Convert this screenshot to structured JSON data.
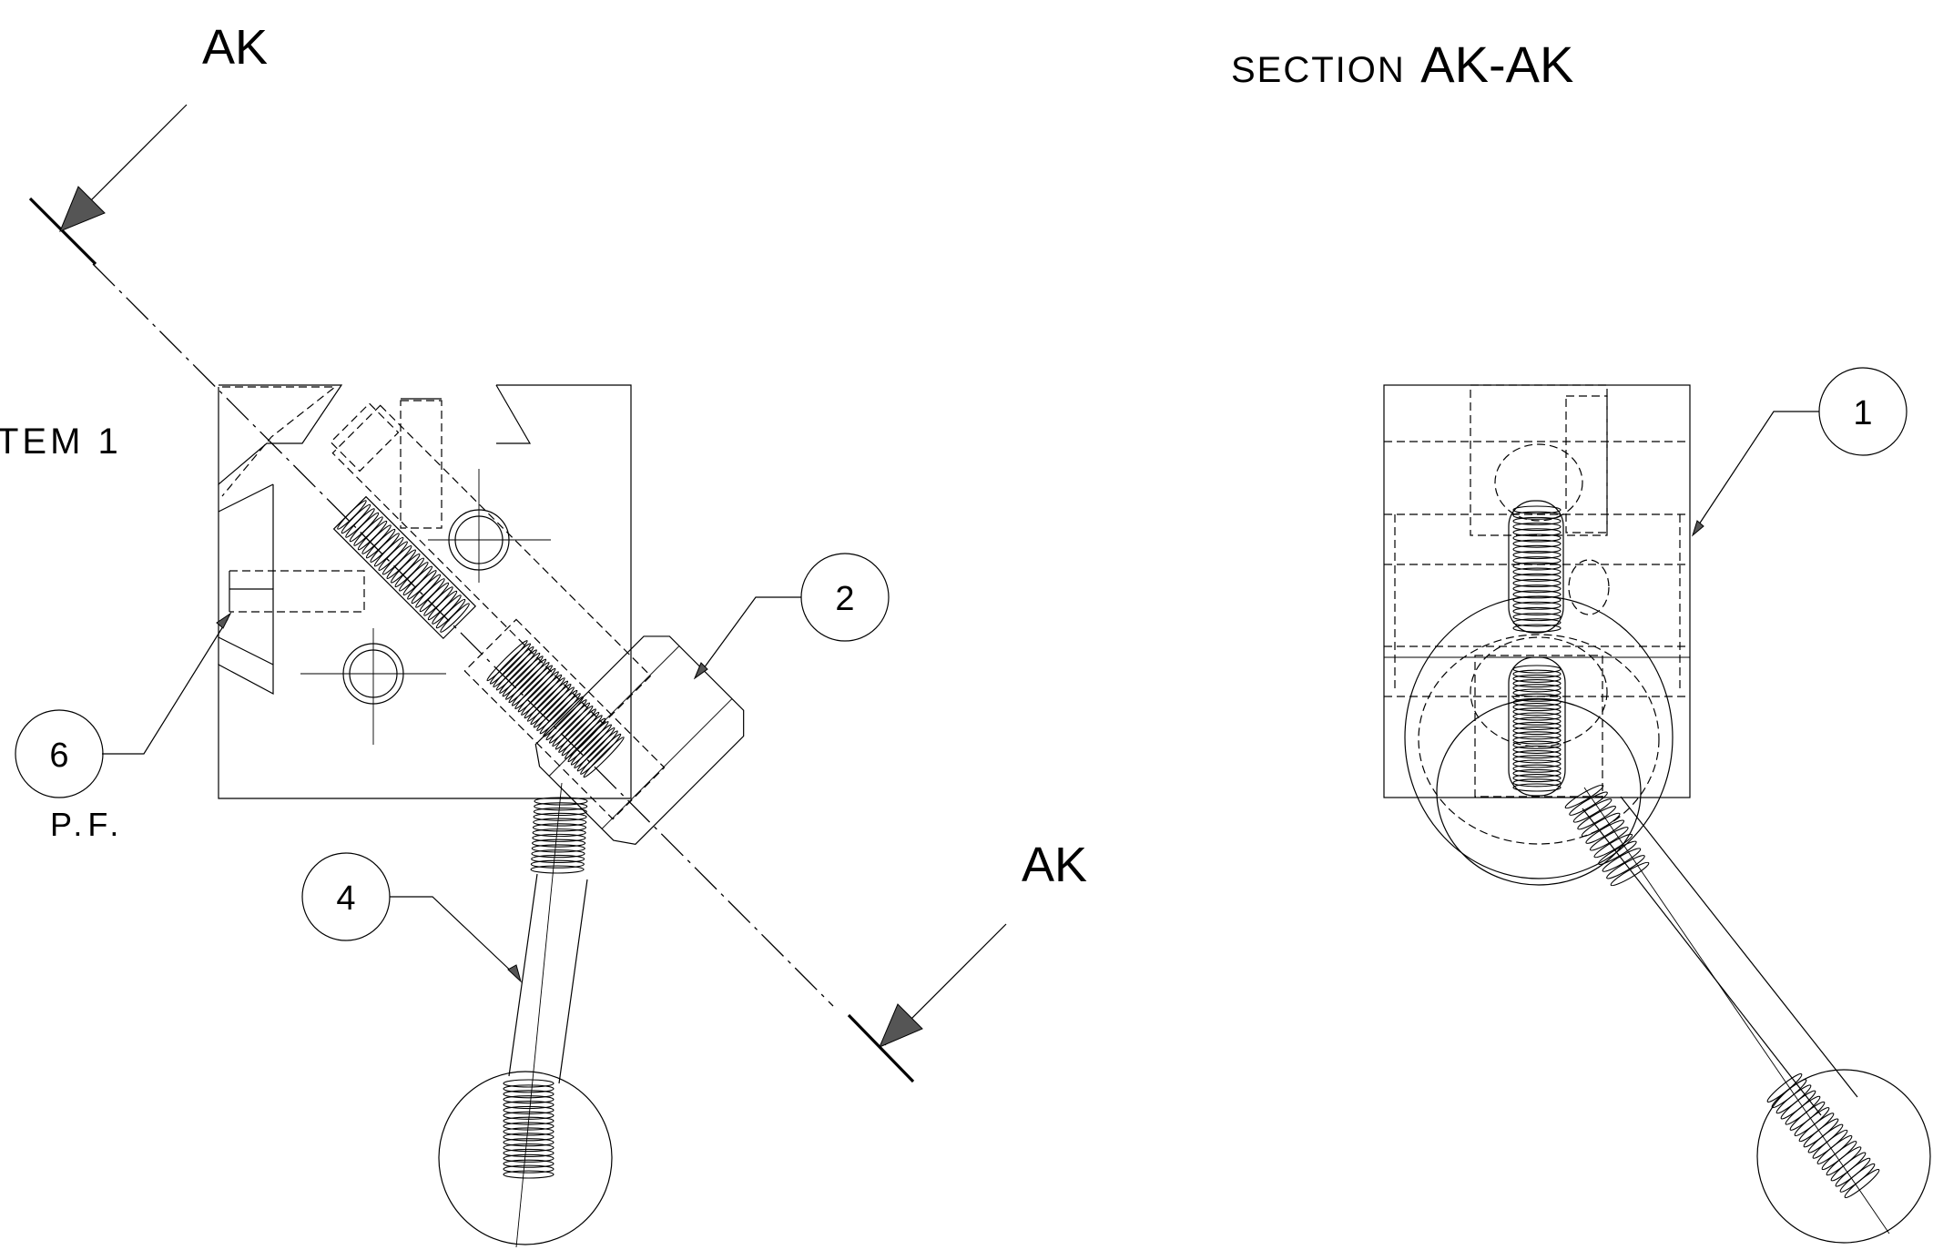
{
  "section_label_top": "AK",
  "section_label_bottom": "AK",
  "section_title_prefix": "SECTION",
  "section_title_name": "AK-AK",
  "item_label": "TEM 1",
  "pf_label": "P.F.",
  "balloons": {
    "b1": "1",
    "b2": "2",
    "b4": "4",
    "b6": "6"
  }
}
